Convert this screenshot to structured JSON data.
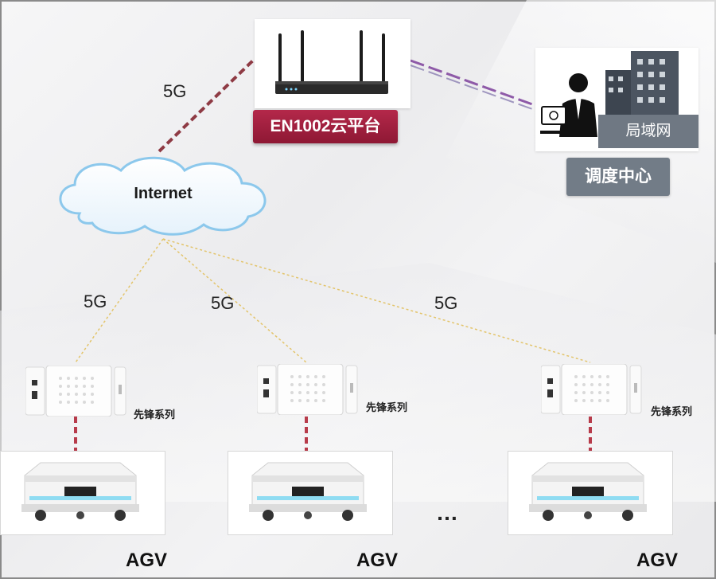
{
  "top": {
    "platform_label": "EN1002云平台",
    "wan_label": "5G"
  },
  "dispatch": {
    "lan_label": "局域网",
    "center_label": "调度中心"
  },
  "cloud": {
    "label": "Internet"
  },
  "branches": [
    {
      "link_label": "5G",
      "series_label": "先锋系列",
      "agv_label": "AGV"
    },
    {
      "link_label": "5G",
      "series_label": "先锋系列",
      "agv_label": "AGV"
    },
    {
      "link_label": "5G",
      "series_label": "先锋系列",
      "agv_label": "AGV"
    }
  ],
  "ellipsis": "…",
  "colors": {
    "platform_red": "#a0203f",
    "dispatch_gray": "#727c87",
    "cloud_blue": "#9bd0ee",
    "wan_link": "#8e3a44",
    "lan_link": "#8e5aa8",
    "wireless_link": "#e3c46a",
    "wired_link": "#b73b4a"
  }
}
